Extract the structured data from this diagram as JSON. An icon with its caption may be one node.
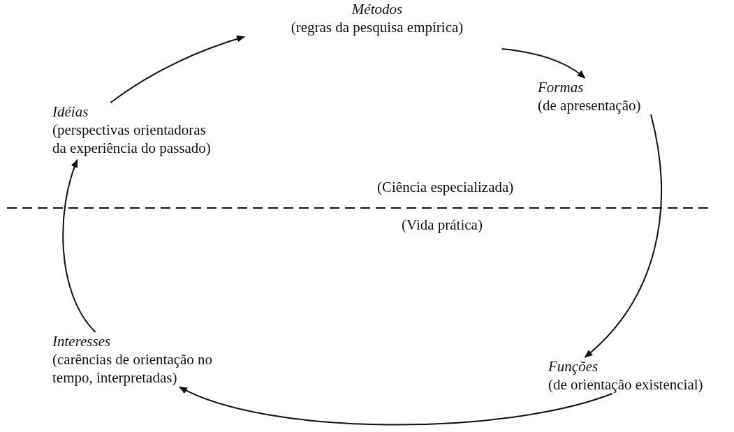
{
  "diagram": {
    "nodes": [
      {
        "text": [
          "Métodos",
          "(regras da pesquisa empírica)"
        ]
      },
      {
        "text": [
          "Formas",
          "(de apresentação)"
        ]
      },
      {
        "text": [
          "Funções",
          "(de orientação existencial)"
        ]
      },
      {
        "text": [
          "Interesses",
          "(carências de orientação no tempo, interpretadas)"
        ]
      },
      {
        "text": [
          "Idéias",
          "(perspectivas orientadoras da experiência do passado)"
        ]
      }
    ],
    "edges": [
      {
        "from": 4,
        "to": 0,
        "arrow": "to"
      },
      {
        "from": 0,
        "to": 1,
        "arrow": "to"
      },
      {
        "from": 1,
        "to": 2,
        "arrow": "to"
      },
      {
        "from": 2,
        "to": 3,
        "arrow": "to"
      },
      {
        "from": 3,
        "to": 4,
        "arrow": "to"
      }
    ],
    "labels": [
      "(Ciência especializada)",
      "(Vida prática)"
    ]
  }
}
